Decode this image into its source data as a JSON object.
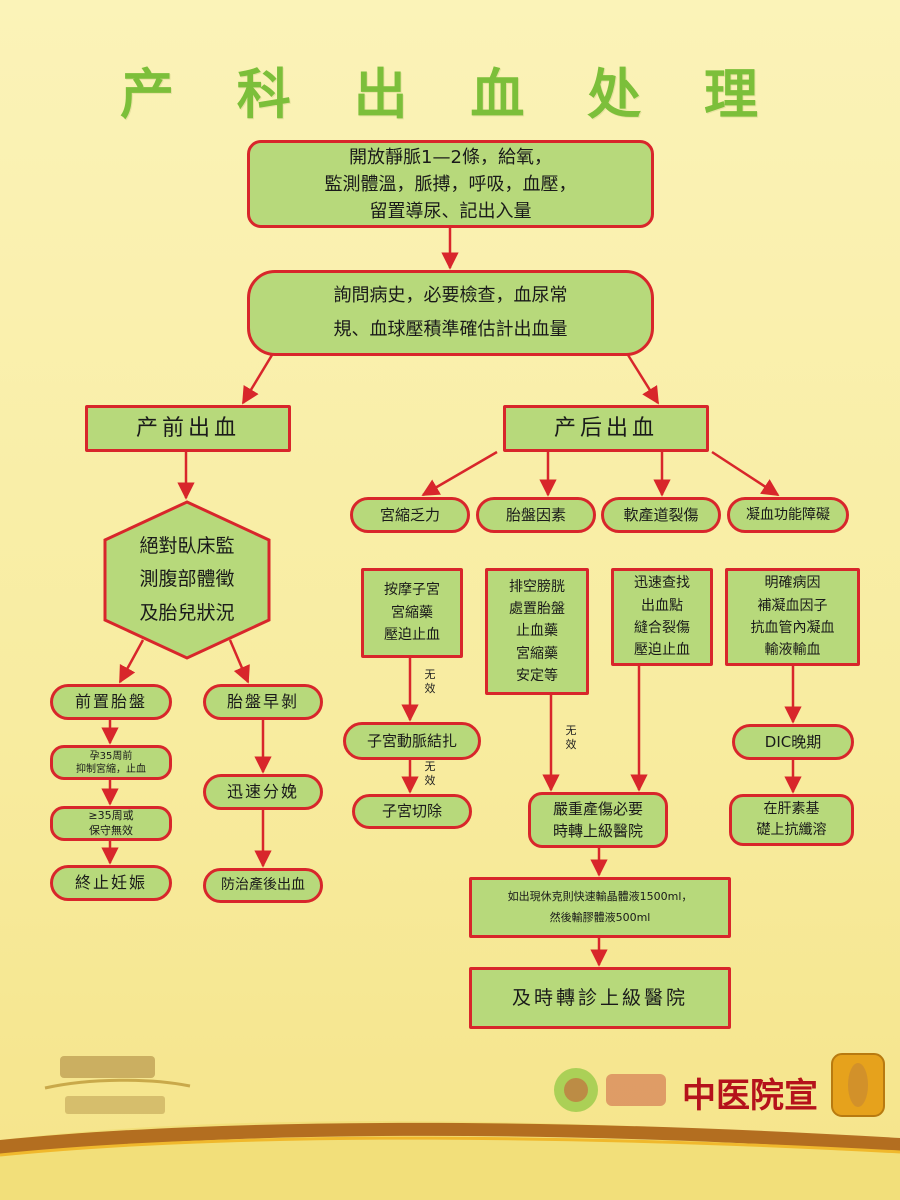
{
  "title": "产 科 出 血 处 理",
  "nodes": {
    "step1": "開放靜脈1—2條，給氧，\n監測體溫，脈搏，呼吸，血壓，\n留置導尿、記出入量",
    "step2": "詢問病史，必要檢查，血尿常\n規、血球壓積準確估計出血量",
    "antepartum": "产前出血",
    "postpartum": "产后出血",
    "bedrest": "絕對臥床監\n測腹部體徵\n及胎兒狀況",
    "placenta_previa": "前置胎盤",
    "placental_abruption": "胎盤早剝",
    "pp_under35": "孕35周前\n抑制宮縮，止血",
    "pp_over35": "≥35周或\n保守無效",
    "terminate": "終止妊娠",
    "quick_delivery": "迅速分娩",
    "prevent_pph": "防治產後出血",
    "uterine_atony": "宮縮乏力",
    "placental_factor": "胎盤因素",
    "birth_canal": "軟產道裂傷",
    "coagulation": "凝血功能障礙",
    "atony_tx": "按摩子宮\n宮縮藥\n壓迫止血",
    "placenta_tx": "排空膀胱\n處置胎盤\n止血藥\n宮縮藥\n安定等",
    "canal_tx": "迅速查找\n出血點\n縫合裂傷\n壓迫止血",
    "coag_tx": "明確病因\n補凝血因子\n抗血管內凝血\n輸液輸血",
    "artery_ligation": "子宮動脈結扎",
    "hysterectomy": "子宮切除",
    "dic": "DIC晚期",
    "heparin": "在肝素基\n礎上抗纖溶",
    "refer_severe": "嚴重產傷必要\n時轉上級醫院",
    "shock": "如出現休克則快速輸晶體液1500ml，\n然後輸膠體液500ml",
    "refer_final": "及時轉診上級醫院"
  },
  "labels": {
    "ineffective": "无\n效"
  },
  "footer": {
    "hospital": "中医院宣"
  },
  "colors": {
    "node_fill": "#b7d97b",
    "node_border": "#d8262b",
    "arrow": "#d8262b",
    "title": "#7cbf3a"
  }
}
